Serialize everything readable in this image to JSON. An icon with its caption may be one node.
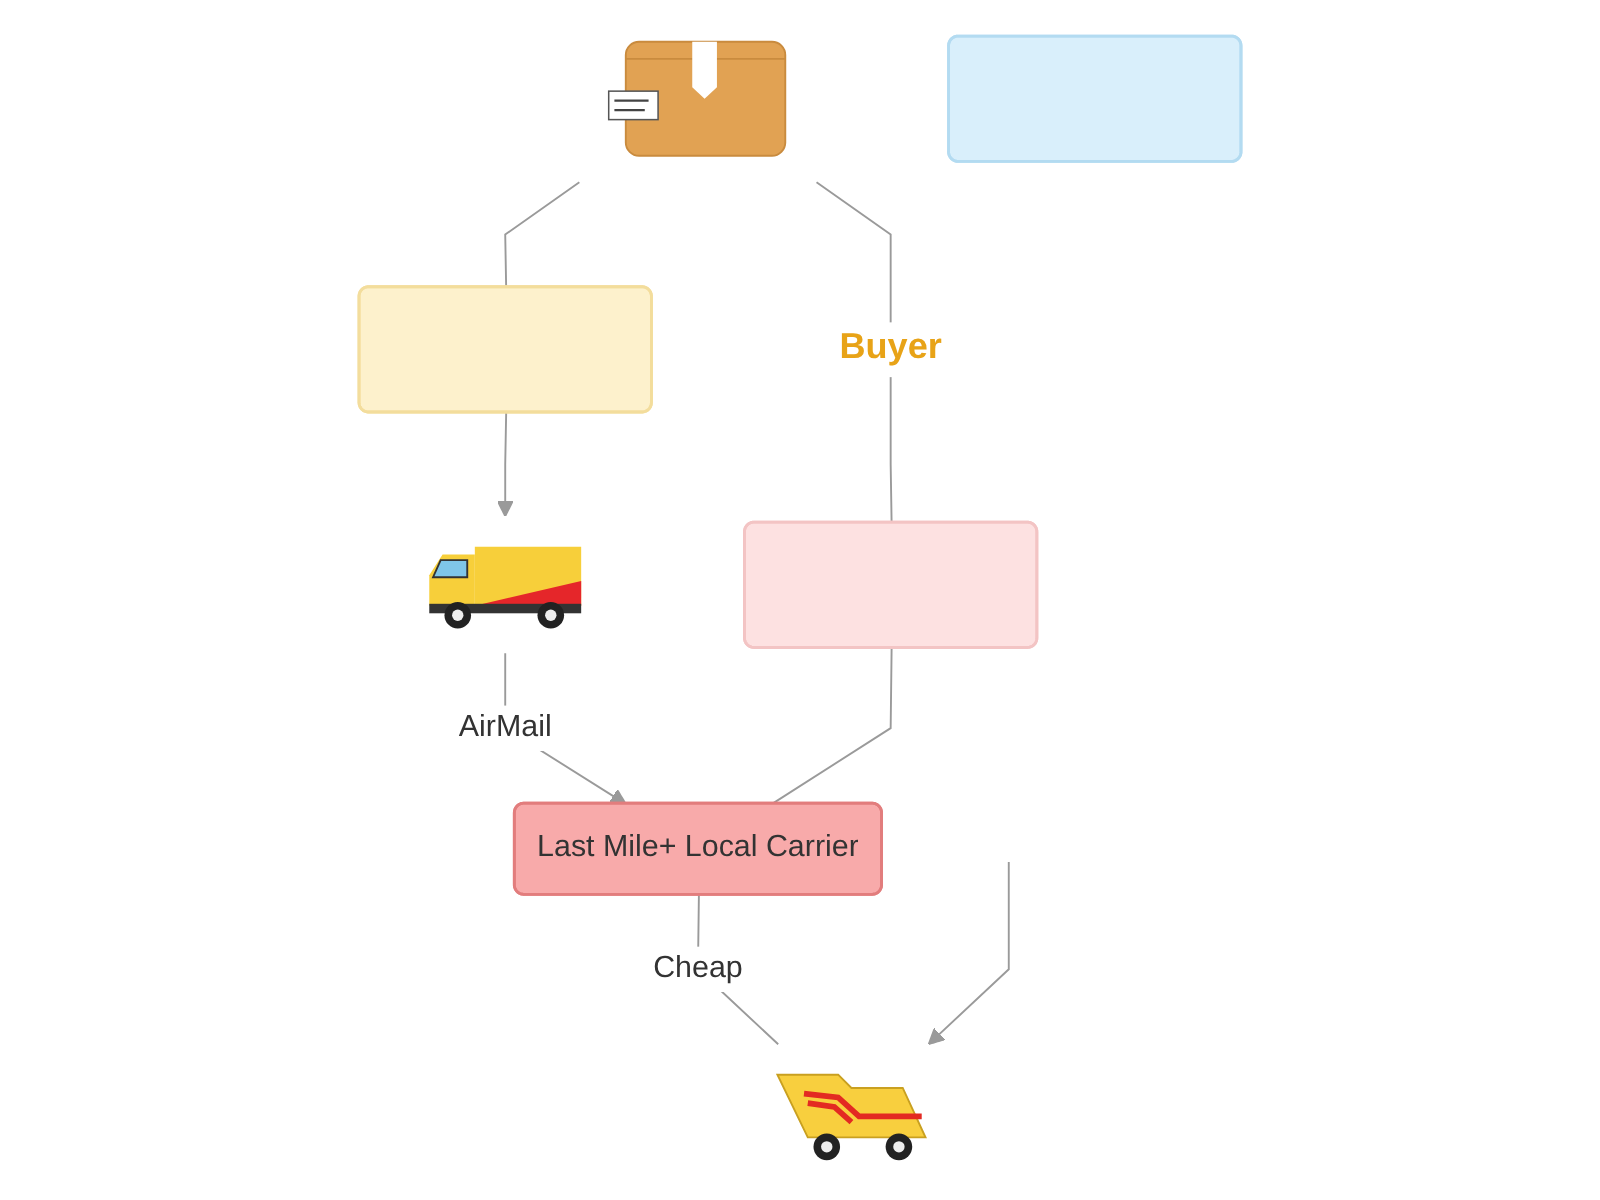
{
  "diagram": {
    "nodes": [
      {
        "text": [],
        "shape": "picture"
      },
      {
        "text": [],
        "shape": "box"
      },
      {
        "text": [],
        "shape": "box"
      },
      {
        "text": [],
        "shape": "box"
      },
      {
        "text": [],
        "shape": "picture"
      },
      {
        "text": [
          "Last Mile+ Local Carrier"
        ]
      },
      {
        "text": [],
        "shape": "picture"
      }
    ],
    "edges": [
      {
        "from": 0,
        "to": 1,
        "arrow": "none"
      },
      {
        "from": 1,
        "to": 4,
        "arrow": "to"
      },
      {
        "from": 4,
        "to": 5,
        "arrow": "to",
        "label": "AirMail"
      },
      {
        "from": 0,
        "to": 3,
        "arrow": "none",
        "label": "Buyer"
      },
      {
        "from": 3,
        "to": 5,
        "arrow": "none"
      },
      {
        "from": 5,
        "to": 6,
        "arrow": "none",
        "label": "Cheap"
      },
      {
        "from": null,
        "to": 6,
        "arrow": "to"
      }
    ]
  }
}
